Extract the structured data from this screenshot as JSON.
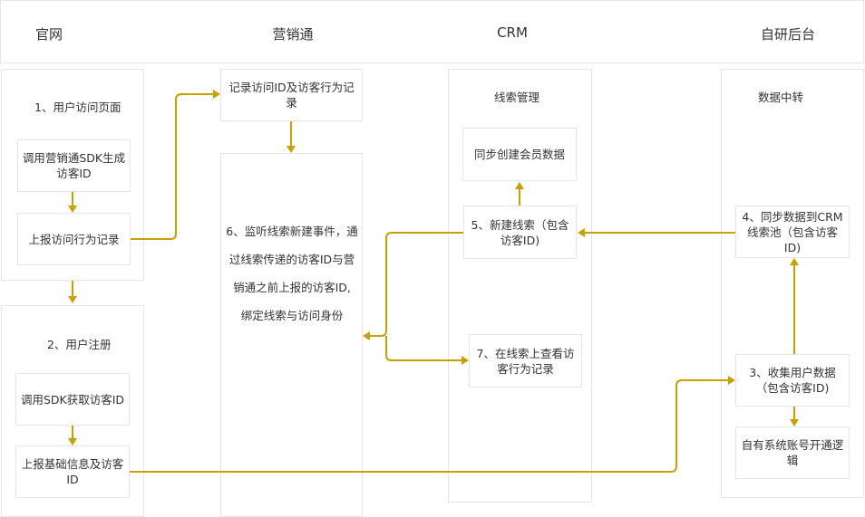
{
  "lanes": {
    "official_site": "官网",
    "marketing": "营销通",
    "crm": "CRM",
    "backend": "自研后台"
  },
  "official_site": {
    "step1_label": "1、用户访问页面",
    "sdk_generate": "调用营销通SDK生成访客ID",
    "report_visit": "上报访问行为记录",
    "step2_label": "2、用户注册",
    "sdk_get": "调用SDK获取访客ID",
    "report_basic": "上报基础信息及访客ID"
  },
  "marketing": {
    "record_visit": "记录访问ID及访客行为记录",
    "listen_lines": [
      "6、监听线索新建事件，通",
      "过线索传递的访客ID与营",
      "销通之前上报的访客ID,",
      "绑定线索与访问身份"
    ]
  },
  "crm": {
    "section_label": "线索管理",
    "sync_member": "同步创建会员数据",
    "new_lead": "5、新建线索（包含访客ID)",
    "view_records": "7、在线索上查看访客行为记录"
  },
  "backend": {
    "section_label": "数据中转",
    "sync_crm": "4、同步数据到CRM线索池（包含访客ID)",
    "collect_data": "3、收集用户数据（包含访客ID)",
    "account_logic": "自有系统账号开通逻辑"
  },
  "colors": {
    "arrow": "#c9a000",
    "border": "#e6e6e6",
    "text": "#333333"
  }
}
